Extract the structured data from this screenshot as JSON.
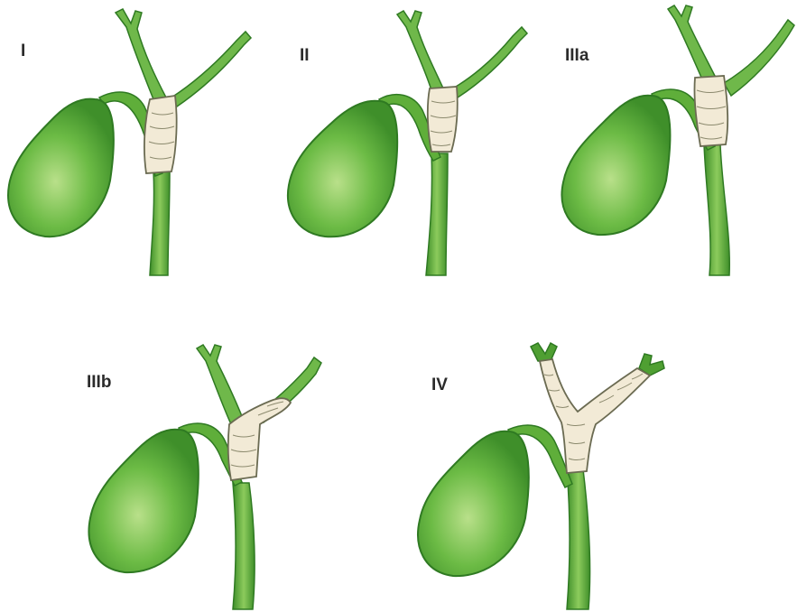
{
  "panels": [
    {
      "label": "I"
    },
    {
      "label": "II"
    },
    {
      "label": "IIIa"
    },
    {
      "label": "IIIb"
    },
    {
      "label": "IV"
    }
  ],
  "colors": {
    "background": "#ffffff",
    "duct_green": "#5fae3a",
    "duct_dark": "#2f7a22",
    "gallbladder_light": "#9bd06a",
    "gallbladder_dark": "#3f8f2a",
    "tumor_fill": "#f2ead6",
    "tumor_outline": "#6b6b52",
    "label_text": "#2b2b2b"
  }
}
